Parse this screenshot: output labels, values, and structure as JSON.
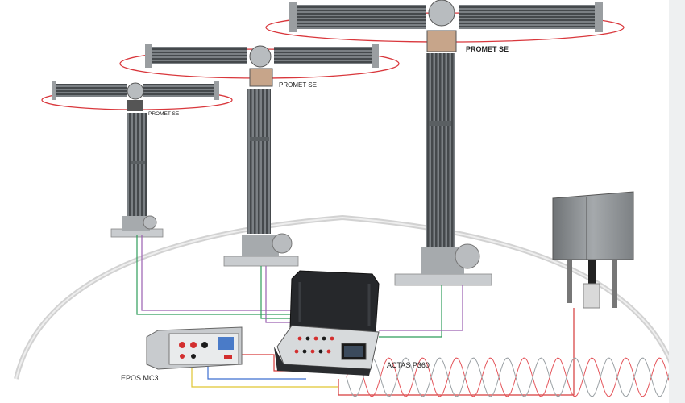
{
  "labels": {
    "promet_small": "PROMET SE",
    "promet_medium": "PROMET SE",
    "promet_large": "PROMET SE",
    "actas": "ACTAS P360",
    "epos": "EPOS MC3"
  },
  "colors": {
    "porcelain": "#6e7377",
    "porcelain_dark": "#4a4f53",
    "ring_red": "#d9373c",
    "wire_green": "#2e9d5a",
    "wire_purple": "#9a5fb0",
    "wire_blue": "#3d6fd0",
    "wire_yellow": "#e0c531",
    "wire_red": "#d63a3a",
    "case_black": "#1f2124",
    "box_gray": "#8a8e91"
  }
}
